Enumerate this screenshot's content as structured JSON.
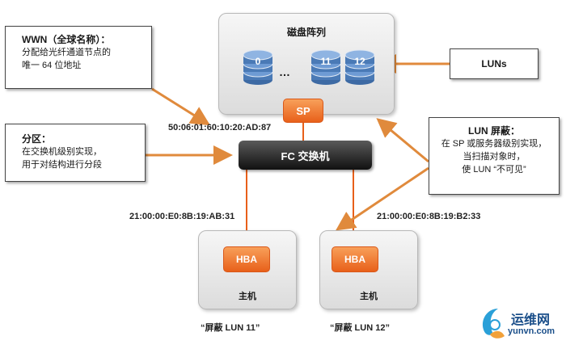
{
  "callouts": {
    "wwn": {
      "title": "WWN（全球名称）：",
      "line1": "分配给光纤通道节点的",
      "line2": "唯一 64 位地址"
    },
    "zoning": {
      "title": "分区：",
      "line1": "在交换机级别实现，",
      "line2": "用于对结构进行分段"
    },
    "luns": {
      "title": "LUNs"
    },
    "masking": {
      "title": "LUN 屏蔽：",
      "line1": "在 SP 或服务器级别实现，",
      "line2": "当扫描对象时，",
      "line3": "使 LUN “不可见”"
    }
  },
  "array": {
    "title": "磁盘阵列",
    "luns": [
      "0",
      "11",
      "12"
    ],
    "ellipsis": "…",
    "sp_label": "SP",
    "sp_wwn": "50:06:01:60:10:20:AD:87"
  },
  "switch": {
    "label": "FC 交换机"
  },
  "hosts": [
    {
      "wwn": "21:00:00:E0:8B:19:AB:31",
      "hba": "HBA",
      "label": "主机",
      "mask": "“屏蔽 LUN 11”"
    },
    {
      "wwn": "21:00:00:E0:8B:19:B2:33",
      "hba": "HBA",
      "label": "主机",
      "mask": "“屏蔽 LUN 12”"
    }
  ],
  "watermark": {
    "cn": "运维网",
    "url": "yunvn.com"
  },
  "colors": {
    "orange": "#e8601a",
    "arrow": "#e08a3c",
    "disk_blue": "#5b8cc8",
    "switch_black": "#1a1a1a"
  }
}
